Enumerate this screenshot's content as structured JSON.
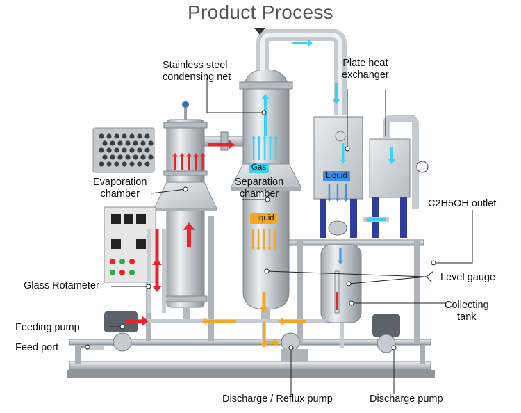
{
  "title": "Product Process",
  "colors": {
    "vapor": "#3fd0ee",
    "feed": "#e8232a",
    "liquid_tag": "#3f8fe6",
    "concentrate": "#f5a623",
    "steel": "#c9ced4",
    "frame": "#9aa0a6"
  },
  "labels": {
    "condensing_net": "Stainless steel\ncondensing net",
    "plate_heat_exchanger": "Plate heat\nexchanger",
    "evaporation_chamber": "Evaporation\nchamber",
    "separation_chamber": "Separation\nchamber",
    "c2h5oh_outlet": "C2H5OH outlet",
    "glass_rotameter": "Glass Rotameter",
    "level_gauge": "Level gauge",
    "collecting_tank": "Collecting\ntank",
    "feeding_pump": "Feeding pump",
    "feed_port": "Feed port",
    "discharge_reflux_pump": "Discharge / Reflux pump",
    "discharge_pump": "Discharge pump"
  },
  "tags": {
    "gas": "Gas",
    "liquid_left": "Liquid",
    "liquid_right": "Liquid"
  }
}
